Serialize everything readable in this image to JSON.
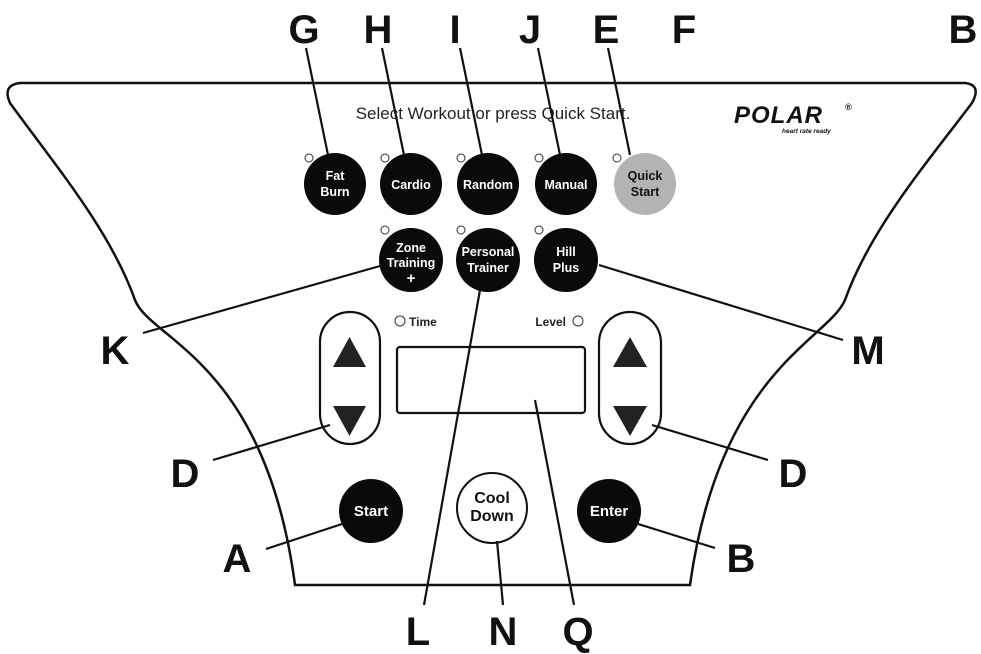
{
  "panel": {
    "prompt": "Select Workout or press Quick Start.",
    "brand_logo": "POLAR",
    "brand_registered": "®",
    "brand_tagline": "heart rate ready"
  },
  "buttons": {
    "fat_burn": {
      "line1": "Fat",
      "line2": "Burn"
    },
    "cardio": "Cardio",
    "random": "Random",
    "manual": "Manual",
    "quick_start": {
      "line1": "Quick",
      "line2": "Start"
    },
    "zone_training": {
      "line1": "Zone",
      "line2": "Training",
      "line3": "+"
    },
    "personal_trainer": {
      "line1": "Personal",
      "line2": "Trainer"
    },
    "hill_plus": {
      "line1": "Hill",
      "line2": "Plus"
    },
    "start": "Start",
    "enter": "Enter",
    "cool_down": {
      "line1": "Cool",
      "line2": "Down"
    }
  },
  "indicators": {
    "time": "Time",
    "level": "Level"
  },
  "callouts": {
    "g": "G",
    "h": "H",
    "i": "I",
    "j": "J",
    "e": "E",
    "f": "F",
    "b_top": "B",
    "k": "K",
    "m": "M",
    "d_left": "D",
    "d_right": "D",
    "a": "A",
    "b_bottom": "B",
    "l": "L",
    "n": "N",
    "q": "Q"
  },
  "colors": {
    "button_fill": "#0a0a0a",
    "quick_start_fill": "#b3b3b3",
    "outline": "#111111",
    "background": "#ffffff"
  },
  "icons": {
    "up": "triangle-up-icon",
    "down": "triangle-down-icon",
    "led": "led-indicator-icon"
  }
}
